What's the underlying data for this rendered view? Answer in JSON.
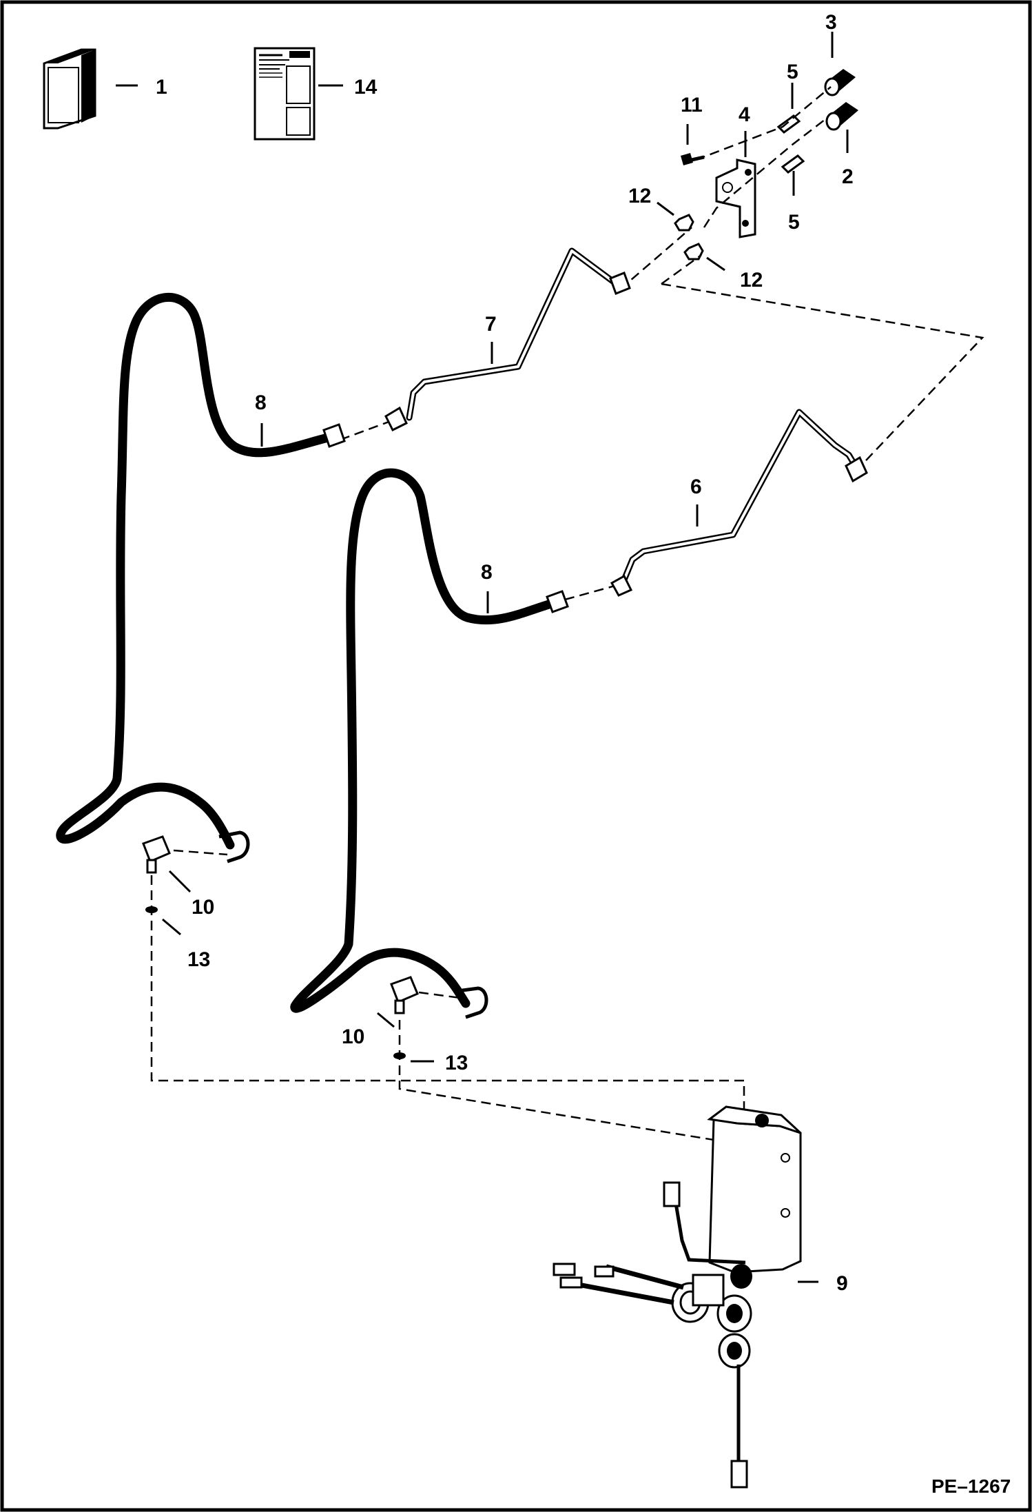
{
  "figure_code": "PE–1267",
  "callouts": [
    {
      "id": "c1",
      "text": "1"
    },
    {
      "id": "c14",
      "text": "14"
    },
    {
      "id": "c3",
      "text": "3"
    },
    {
      "id": "c5a",
      "text": "5"
    },
    {
      "id": "c11",
      "text": "11"
    },
    {
      "id": "c4",
      "text": "4"
    },
    {
      "id": "c2",
      "text": "2"
    },
    {
      "id": "c12a",
      "text": "12"
    },
    {
      "id": "c5b",
      "text": "5"
    },
    {
      "id": "c12b",
      "text": "12"
    },
    {
      "id": "c7",
      "text": "7"
    },
    {
      "id": "c8a",
      "text": "8"
    },
    {
      "id": "c6",
      "text": "6"
    },
    {
      "id": "c8b",
      "text": "8"
    },
    {
      "id": "c10a",
      "text": "10"
    },
    {
      "id": "c13a",
      "text": "13"
    },
    {
      "id": "c10b",
      "text": "10"
    },
    {
      "id": "c13b",
      "text": "13"
    },
    {
      "id": "c9",
      "text": "9"
    }
  ],
  "colors": {
    "line": "#000000",
    "background": "#ffffff",
    "frame": "#000000"
  }
}
